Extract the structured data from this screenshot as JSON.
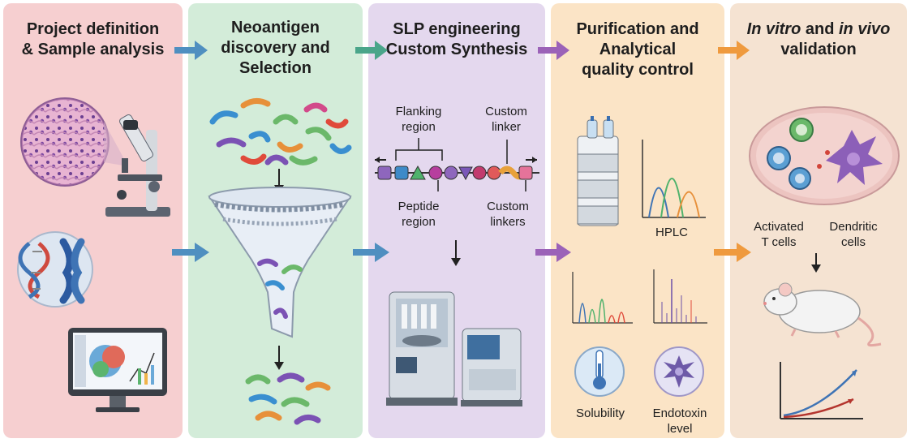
{
  "colors": {
    "panel1": "#f6cfd0",
    "panel2": "#d3ecd9",
    "panel3": "#e4d8ee",
    "panel4": "#fbe4c6",
    "panel5": "#f5e3d2",
    "arrow1": "#4f8fc0",
    "arrow2": "#4aa58a",
    "arrow3": "#9b62b8",
    "arrow4": "#ef9a3e"
  },
  "stages": [
    {
      "title_lines": [
        "Project definition",
        "& Sample analysis"
      ]
    },
    {
      "title_lines": [
        "Neoantigen",
        "discovery and",
        "Selection"
      ]
    },
    {
      "title_lines": [
        "SLP engineering",
        "Custom Synthesis"
      ]
    },
    {
      "title_lines": [
        "Purification and",
        "Analytical",
        "quality control"
      ]
    },
    {
      "title_lines": [
        "In vitro and in vivo",
        "validation"
      ]
    }
  ],
  "slp_labels": {
    "flanking_region": [
      "Flanking",
      "region"
    ],
    "custom_linker": [
      "Custom",
      "linker"
    ],
    "peptide_region": [
      "Peptide",
      "region"
    ],
    "custom_linkers": [
      "Custom",
      "linkers"
    ]
  },
  "qc_labels": {
    "hplc": "HPLC",
    "solubility": "Solubility",
    "endotoxin": [
      "Endotoxin",
      "level"
    ]
  },
  "validation_labels": {
    "activated_t_cells": [
      "Activated",
      "T cells"
    ],
    "dendritic_cells": [
      "Dendritic",
      "cells"
    ]
  }
}
